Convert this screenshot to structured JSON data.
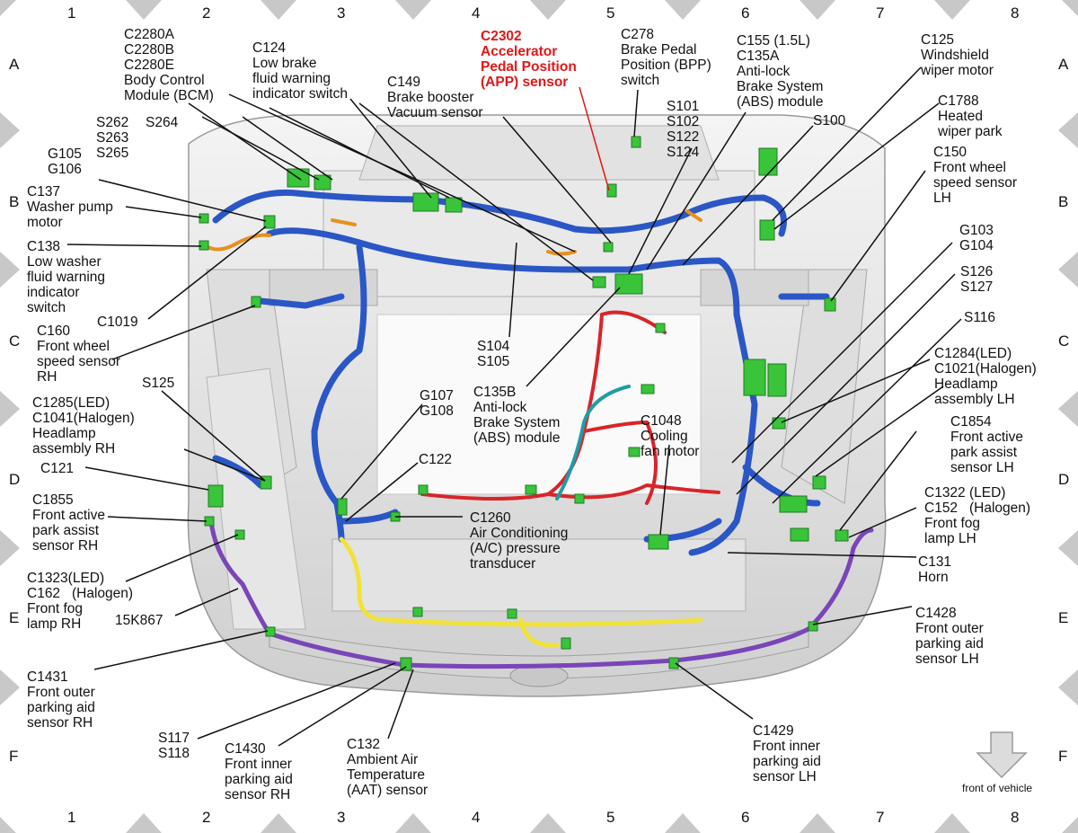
{
  "grid": {
    "columns": [
      "1",
      "2",
      "3",
      "4",
      "5",
      "6",
      "7",
      "8"
    ],
    "rows": [
      "A",
      "B",
      "C",
      "D",
      "E",
      "F"
    ]
  },
  "labels": {
    "c2280": "C2280A\nC2280B\nC2280E\nBody Control\nModule (BCM)",
    "c124": "C124\nLow brake\nfluid warning\nindicator switch",
    "c2302": "C2302\nAccelerator\nPedal Position\n(APP) sensor",
    "c278": "C278\nBrake Pedal\nPosition (BPP)\nswitch",
    "c155": "C155 (1.5L)\nC135A\nAnti-lock\nBrake System\n(ABS) module",
    "c125": "C125\nWindshield\nwiper motor",
    "c149": "C149\nBrake booster\nVacuum sensor",
    "s101": "S101\nS102\nS122\nS124",
    "s100": "S100",
    "c1788": "C1788\nHeated\nwiper park",
    "c150": "C150\nFront wheel\nspeed sensor\nLH",
    "s262": "S262\nS263\nS265",
    "s264": "S264",
    "g105": "G105\nG106",
    "c137": "C137\nWasher pump\nmotor",
    "c138": "C138\nLow washer\nfluid warning\nindicator\nswitch",
    "c1019": "C1019",
    "c160": "C160\nFront wheel\nspeed sensor\nRH",
    "g103": "G103\nG104",
    "s126": "S126\nS127",
    "s116": "S116",
    "s104": "S104\nS105",
    "c135b": "C135B\nAnti-lock\nBrake System\n(ABS) module",
    "c1284": "C1284(LED)\nC1021(Halogen)\nHeadlamp\nassembly LH",
    "s125": "S125",
    "g107": "G107\nG108",
    "c1285": "C1285(LED)\nC1041(Halogen)\nHeadlamp\nassembly RH",
    "c1048": "C1048\nCooling\nfan motor",
    "c1854": "C1854\nFront active\npark assist\nsensor LH",
    "c121": "C121",
    "c122": "C122",
    "c1855": "C1855\nFront active\npark assist\nsensor RH",
    "c1260": "C1260\nAir Conditioning\n(A/C) pressure\ntransducer",
    "c1322": "C1322 (LED)\nC152   (Halogen)\nFront fog\nlamp LH",
    "c1323": "C1323(LED)\nC162   (Halogen)\nFront fog\nlamp RH",
    "c131": "C131\nHorn",
    "w15k867": "15K867",
    "c1428": "C1428\nFront outer\nparking aid\nsensor LH",
    "c1431": "C1431\nFront outer\nparking aid\nsensor RH",
    "s117": "S117\nS118",
    "c1430": "C1430\nFront inner\nparking aid\nsensor RH",
    "c132": "C132\nAmbient Air\nTemperature\n(AAT) sensor",
    "c1429": "C1429\nFront inner\nparking aid\nsensor LH",
    "front_of_vehicle": "front of vehicle"
  },
  "colors": {
    "harness_blue": "#2a56c6",
    "harness_red": "#d8252a",
    "harness_purple": "#7a45b8",
    "harness_yellow": "#f1e23a",
    "harness_orange": "#e8901e",
    "connector_green": "#39c43a",
    "highlight_red": "#e01818"
  }
}
